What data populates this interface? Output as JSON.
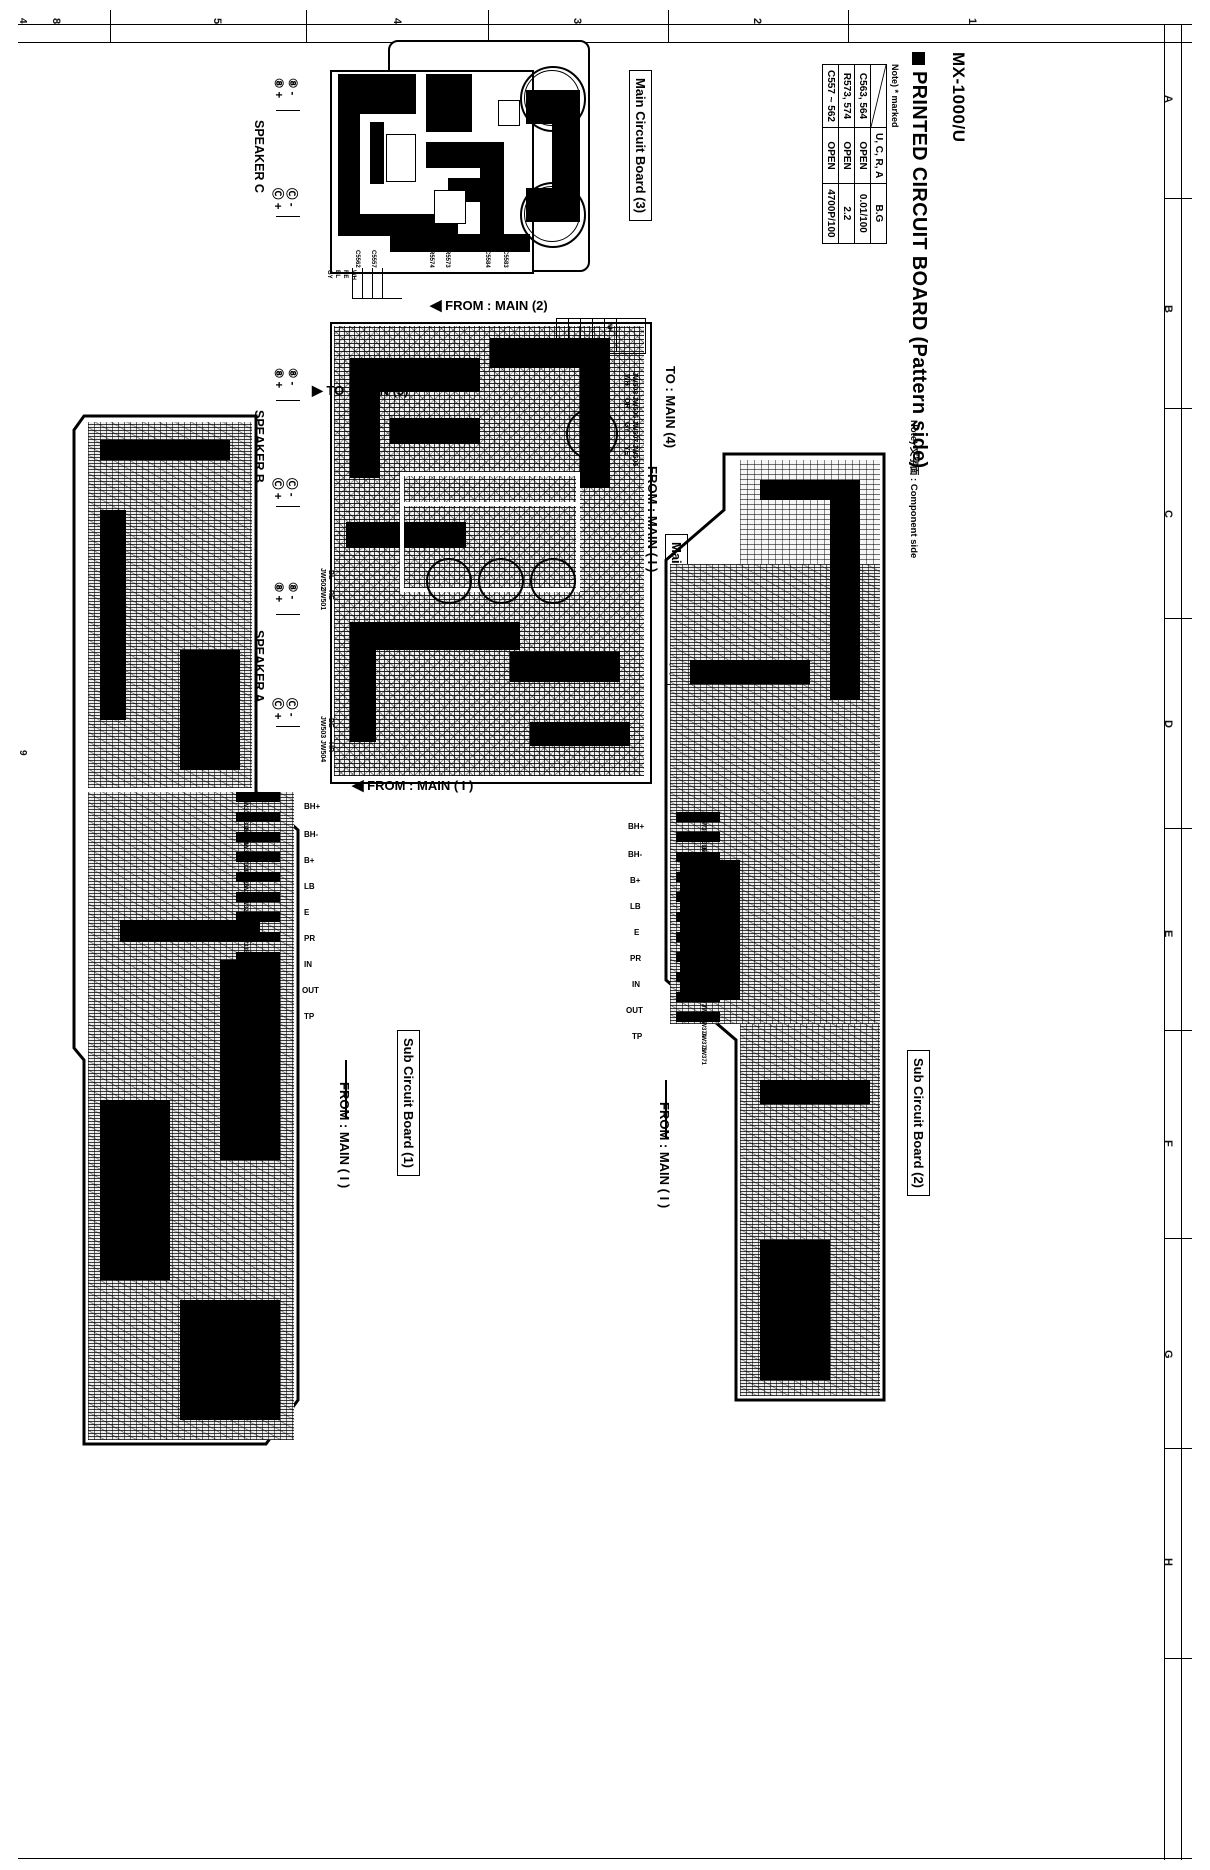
{
  "document": {
    "model": "MX-1000/U",
    "title": "PRINTED CIRCUIT BOARD (Pattern side)",
    "side_note": "Note)  文字面 : Component side"
  },
  "parts_table": {
    "note": "Note)  * marked",
    "column_headers": [
      "U, C, R, A",
      "B.G"
    ],
    "rows": [
      {
        "ref": "C563, 564",
        "ucra": "OPEN",
        "bg": "0.01/100"
      },
      {
        "ref": "R573, 574",
        "ucra": "OPEN",
        "bg": "2.2"
      },
      {
        "ref": "C557 ~ 562",
        "ucra": "OPEN",
        "bg": "4700P/100"
      }
    ]
  },
  "boards": {
    "main3": {
      "label": "Main Circuit Board (3)",
      "flow": "FROM : MAIN (2)",
      "designators": [
        "C5583",
        "C5584",
        "R5573",
        "R5574",
        "C5557",
        "C5562"
      ]
    },
    "main2": {
      "label": "Main Circuit Board (2)",
      "flows": [
        "TO : MAIN (3)",
        "TO : MAIN (4)",
        "FROM : MAIN ( I )",
        "FROM : MAIN ( I )"
      ],
      "jumpers": [
        {
          "id": "JW508",
          "color": "WH"
        },
        {
          "id": "JW505",
          "color": "OR"
        },
        {
          "id": "JW507",
          "color": "GY"
        },
        {
          "id": "JW506",
          "color": "YE"
        },
        {
          "id": "JW502",
          "color": "BL"
        },
        {
          "id": "JW501",
          "color": "RE"
        },
        {
          "id": "JW503",
          "color": "BE"
        },
        {
          "id": "JW504",
          "color": "HR"
        }
      ]
    },
    "sub1": {
      "label": "Sub Circuit Board (1)",
      "flow": "FROM : MAIN ( I )",
      "pins": [
        "BH+",
        "BH-",
        "B+",
        "LB",
        "E",
        "PR",
        "IN",
        "OUT",
        "TP"
      ],
      "jumpers": [
        "JW333",
        "JW332",
        "JW331",
        "JW330",
        "JW329",
        "JW328",
        "JW327",
        "JW326",
        "JW336",
        "JW338",
        "JW340",
        "JW341",
        "JW345",
        "JW346",
        "JW349",
        "JW351",
        "JW352",
        "JW353"
      ]
    },
    "sub2": {
      "label": "Sub Circuit Board (2)",
      "flow": "FROM : MAIN ( I )",
      "pins": [
        "BH+",
        "BH-",
        "B+",
        "LB",
        "E",
        "PR",
        "IN",
        "OUT",
        "TP"
      ],
      "jumpers": [
        "JW392",
        "JW396",
        "JW395",
        "JW394",
        "JW391",
        "JW387",
        "JW388",
        "JW386",
        "JW385",
        "JW380",
        "JW379",
        "JW377",
        "JW375",
        "JW374",
        "JW373",
        "JW371",
        "JW370",
        "JW369"
      ]
    }
  },
  "speakers": [
    {
      "name": "SPEAKER C",
      "terminals": [
        "⑧ -",
        "⑧ +",
        "Ⓒ -",
        "Ⓒ +"
      ]
    },
    {
      "name": "SPEAKER B",
      "terminals": [
        "⑧ -",
        "⑧ +",
        "Ⓒ -",
        "Ⓒ +"
      ]
    },
    {
      "name": "SPEAKER A",
      "terminals": [
        "⑧ -",
        "⑧ +",
        "Ⓒ -",
        "Ⓒ +"
      ]
    }
  ],
  "frame": {
    "numbers": [
      "8",
      "5",
      "4",
      "3",
      "2",
      "1"
    ],
    "letters": [
      "A",
      "B",
      "C",
      "D",
      "E",
      "F",
      "G",
      "H"
    ],
    "corner_marks": [
      "4",
      "9"
    ]
  }
}
